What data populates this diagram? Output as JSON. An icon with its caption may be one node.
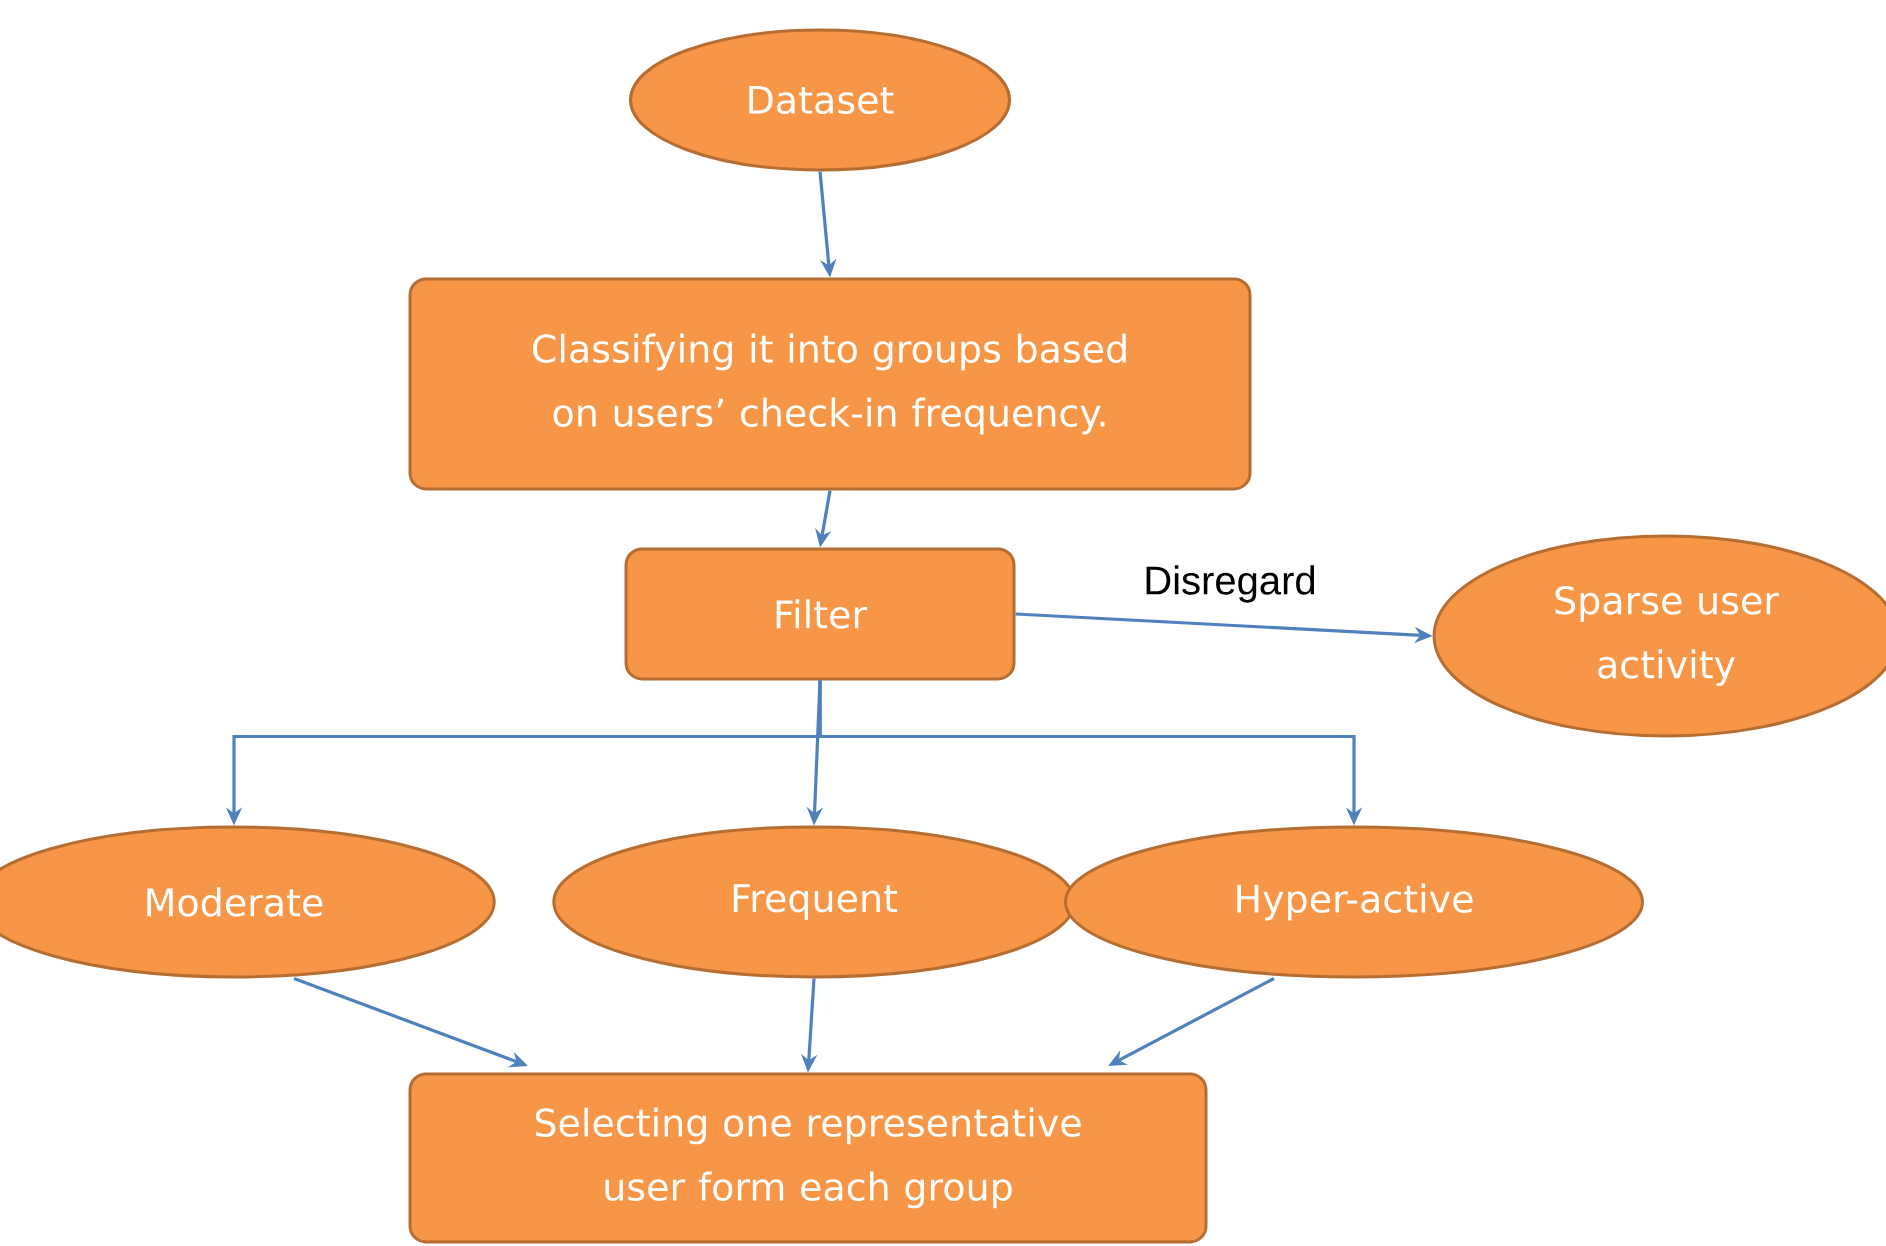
{
  "diagram": {
    "nodes": [
      {
        "text": [
          "Dataset"
        ]
      },
      {
        "text": [
          "Classifying it into groups based on users’ check-in frequency."
        ]
      },
      {
        "text": [
          "Filter"
        ]
      },
      {
        "text": [
          "Sparse user activity"
        ]
      },
      {
        "text": [
          "Moderate"
        ]
      },
      {
        "text": [
          "Frequent"
        ]
      },
      {
        "text": [
          "Hyper-active"
        ]
      },
      {
        "text": [
          "Selecting one representative user form each group"
        ]
      }
    ],
    "edges": [
      {
        "from": 0,
        "to": 1,
        "arrow": "to"
      },
      {
        "from": 1,
        "to": 2,
        "arrow": "to"
      },
      {
        "from": 2,
        "to": 3,
        "arrow": "to",
        "label": "Disregard"
      },
      {
        "from": 2,
        "to": 4,
        "arrow": "to"
      },
      {
        "from": 2,
        "to": 5,
        "arrow": "to"
      },
      {
        "from": 2,
        "to": 6,
        "arrow": "to"
      },
      {
        "from": 4,
        "to": 7,
        "arrow": "to"
      },
      {
        "from": 5,
        "to": 7,
        "arrow": "to"
      },
      {
        "from": 6,
        "to": 7,
        "arrow": "to"
      }
    ]
  }
}
